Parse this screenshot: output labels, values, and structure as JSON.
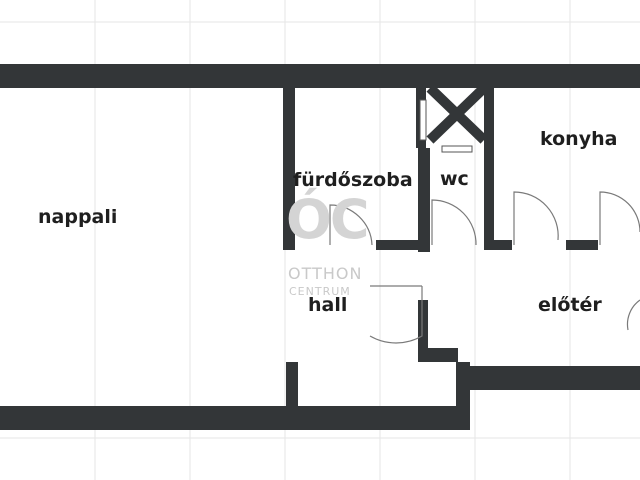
{
  "colors": {
    "wall": "#333638",
    "grid": "#e6e6e6",
    "door_line": "#7a7a7a",
    "watermark": "#cfcfcf",
    "label": "#1f1f1f"
  },
  "rooms": {
    "nappali": "nappali",
    "furdoszoba": "fürdőszoba",
    "wc": "wc",
    "konyha": "konyha",
    "hall": "hall",
    "eloter": "előtér"
  },
  "watermark": {
    "logo": "ÓC",
    "line1": "OTTHON",
    "line2": "CENTRUM"
  }
}
